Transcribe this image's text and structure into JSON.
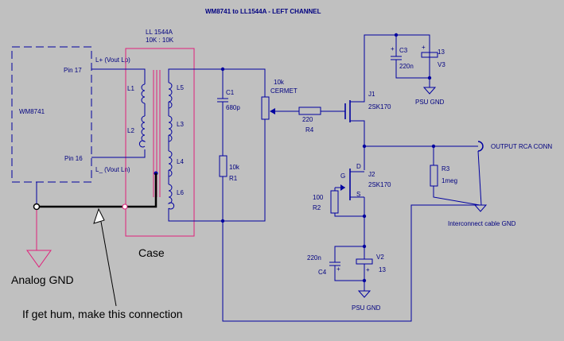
{
  "title": "WM8741 to LL1544A - LEFT CHANNEL",
  "transformer": {
    "name": "LL 1544A",
    "ratio": "10K : 10K",
    "case_label": "Case"
  },
  "chip": {
    "name": "WM8741",
    "pin17": "Pin 17",
    "pin16": "Pin 16",
    "out_p": "L+ (Vout Lp)",
    "out_n": "L_ (Vout Ln)"
  },
  "coils": [
    "L1",
    "L2",
    "L3",
    "L4",
    "L5",
    "L6"
  ],
  "components": {
    "c1_name": "C1",
    "c1_value": "680p",
    "r1_value": "10k",
    "r1_name": "R1",
    "pot_value": "10k",
    "pot_type": "CERMET",
    "r4_value": "220",
    "r4_name": "R4",
    "j1_name": "J1",
    "j1_part": "2SK170",
    "j2_name": "J2",
    "j2_part": "2SK170",
    "gate": "G",
    "drain": "D",
    "source": "S",
    "r2_value": "100",
    "r2_name": "R2",
    "r3_name": "R3",
    "r3_value": "1meg",
    "c3_name": "C3",
    "c3_value": "220n",
    "v3_name": "V3",
    "v3_value": "13",
    "c4_value": "220n",
    "c4_name": "C4",
    "v2_name": "V2",
    "v2_value": "13",
    "plus": "+"
  },
  "labels": {
    "output": "OUTPUT RCA CONN",
    "psu_gnd_top": "PSU GND",
    "psu_gnd_bottom": "PSU GND",
    "interconnect_gnd": "Interconnect cable GND",
    "analog_gnd": "Analog GND",
    "hum_note": "If get hum, make this connection"
  }
}
